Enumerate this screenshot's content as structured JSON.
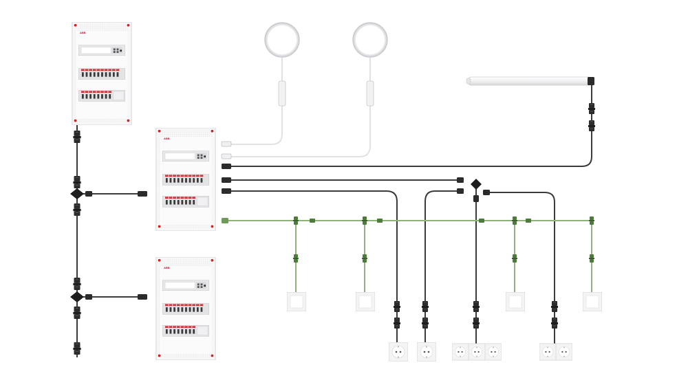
{
  "panels": [
    {
      "id": "panel-1",
      "brand": "ABB",
      "subtitle": "—"
    },
    {
      "id": "panel-2",
      "brand": "ABB",
      "subtitle": "—"
    },
    {
      "id": "panel-3",
      "brand": "ABB",
      "subtitle": "—"
    }
  ],
  "colors": {
    "power_cable": "#3a3a3a",
    "light_cable": "#e2e2e2",
    "switch_cable": "#8fb27a",
    "connector": "#2b2b2b",
    "connector_green": "#6f9a5a",
    "panel_frame": "#e9e9ec",
    "marker": "#d42020",
    "breaker_red": "#cc3333"
  },
  "icons": [
    "downlight-icon",
    "led-tube-icon",
    "switch-icon",
    "socket-icon",
    "connector-icon",
    "distribution-board-icon"
  ]
}
